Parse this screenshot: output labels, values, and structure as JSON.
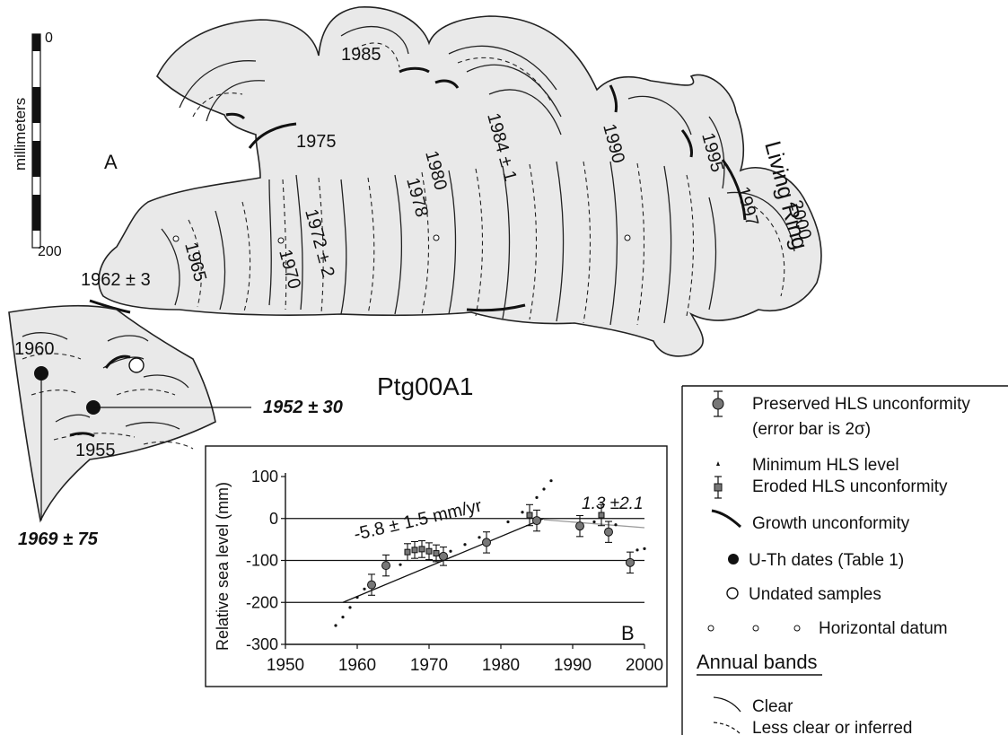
{
  "panel_a": {
    "label": "A",
    "specimen": "Ptg00A1",
    "scale_bar": {
      "unit_label": "millimeters",
      "top": "0",
      "bottom": "200"
    },
    "living_ring": "Living Ring",
    "year_labels": [
      "1985",
      "1975",
      "1980",
      "1978",
      "1984 ± 1",
      "1990",
      "1995",
      "1997",
      "2000",
      "1972 ± 2",
      "1970",
      "1965",
      "1962 ± 3",
      "1960",
      "1955"
    ],
    "uth_dates": [
      "1952 ± 30",
      "1969 ± 75"
    ]
  },
  "panel_b": {
    "label": "B",
    "annotation_fit": "-5.8 ± 1.5 mm/yr",
    "annotation_recent": "1.3 ±2.1"
  },
  "legend": {
    "preserved": "Preserved HLS unconformity",
    "preserved_note": "(error bar is 2σ)",
    "minimum": "Minimum HLS level",
    "eroded": "Eroded HLS unconformity",
    "growth": "Growth unconformity",
    "uth": "U-Th dates (Table 1)",
    "undated": "Undated samples",
    "datum": "Horizontal datum",
    "annual_title": "Annual bands",
    "clear": "Clear",
    "less_clear": "Less clear or inferred"
  },
  "chart_data": {
    "type": "scatter",
    "xlabel": "",
    "ylabel": "Relative sea level (mm)",
    "xlim": [
      1950,
      2000
    ],
    "ylim": [
      -300,
      100
    ],
    "x_ticks": [
      1950,
      1960,
      1970,
      1980,
      1990,
      2000
    ],
    "y_ticks": [
      100,
      0,
      -100,
      -200,
      -300
    ],
    "reference_lines": [
      0,
      -100,
      -200
    ],
    "series": [
      {
        "name": "Preserved HLS unconformity",
        "points": [
          {
            "x": 1962,
            "y": -158,
            "err": 25
          },
          {
            "x": 1964,
            "y": -112,
            "err": 25
          },
          {
            "x": 1972,
            "y": -90,
            "err": 22
          },
          {
            "x": 1978,
            "y": -57,
            "err": 25
          },
          {
            "x": 1985,
            "y": -5,
            "err": 25
          },
          {
            "x": 1991,
            "y": -18,
            "err": 25
          },
          {
            "x": 1995,
            "y": -32,
            "err": 25
          },
          {
            "x": 1998,
            "y": -105,
            "err": 25
          }
        ]
      },
      {
        "name": "Eroded HLS unconformity",
        "points": [
          {
            "x": 1967,
            "y": -80,
            "err": 20
          },
          {
            "x": 1968,
            "y": -75,
            "err": 20
          },
          {
            "x": 1969,
            "y": -73,
            "err": 20
          },
          {
            "x": 1970,
            "y": -78,
            "err": 20
          },
          {
            "x": 1971,
            "y": -83,
            "err": 20
          },
          {
            "x": 1984,
            "y": 8,
            "err": 25
          },
          {
            "x": 1994,
            "y": 8,
            "err": 25
          }
        ]
      },
      {
        "name": "Minimum HLS level",
        "points": [
          {
            "x": 1957,
            "y": -255
          },
          {
            "x": 1958,
            "y": -235
          },
          {
            "x": 1959,
            "y": -212
          },
          {
            "x": 1960,
            "y": -188
          },
          {
            "x": 1961,
            "y": -168
          },
          {
            "x": 1966,
            "y": -110
          },
          {
            "x": 1973,
            "y": -78
          },
          {
            "x": 1975,
            "y": -62
          },
          {
            "x": 1977,
            "y": -45
          },
          {
            "x": 1981,
            "y": -8
          },
          {
            "x": 1983,
            "y": 15
          },
          {
            "x": 1985,
            "y": 50
          },
          {
            "x": 1986,
            "y": 70
          },
          {
            "x": 1987,
            "y": 90
          },
          {
            "x": 1993,
            "y": -8
          },
          {
            "x": 1996,
            "y": -15
          },
          {
            "x": 1999,
            "y": -75
          },
          {
            "x": 2000,
            "y": -72
          }
        ]
      }
    ],
    "fit_lines": [
      {
        "x": [
          1958,
          1986
        ],
        "y": [
          -200,
          0
        ]
      },
      {
        "x": [
          1986,
          2000
        ],
        "y": [
          -3,
          -22
        ]
      }
    ]
  }
}
